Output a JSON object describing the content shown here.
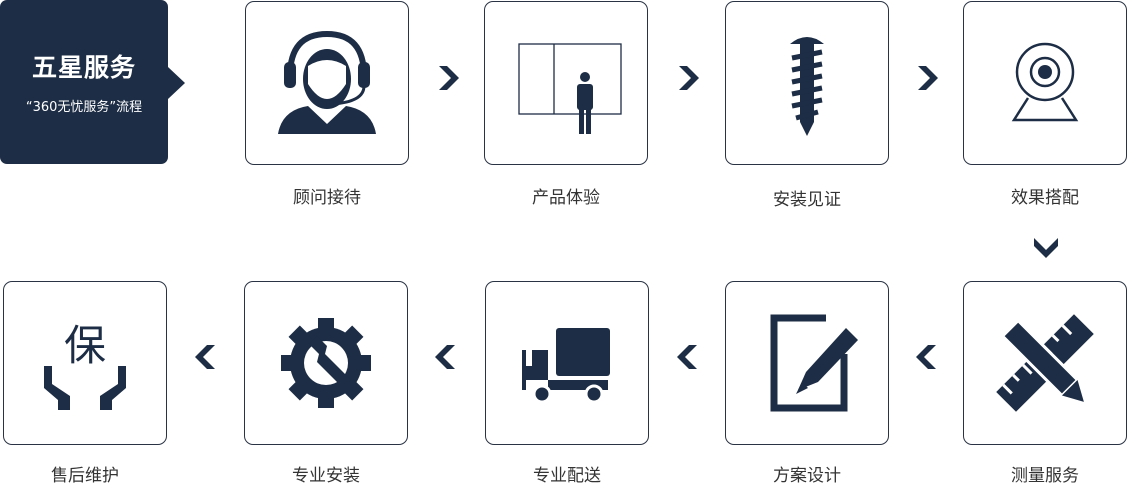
{
  "header": {
    "title": "五星服务",
    "subtitle": "“360无忧服务”流程"
  },
  "steps": [
    {
      "label": "顾问接待",
      "icon": "headset-agent-icon"
    },
    {
      "label": "产品体验",
      "icon": "person-door-icon"
    },
    {
      "label": "安装见证",
      "icon": "screw-icon"
    },
    {
      "label": "效果搭配",
      "icon": "webcam-icon"
    },
    {
      "label": "测量服务",
      "icon": "ruler-pencil-icon"
    },
    {
      "label": "方案设计",
      "icon": "edit-icon"
    },
    {
      "label": "专业配送",
      "icon": "truck-icon"
    },
    {
      "label": "专业安装",
      "icon": "gear-wrench-icon"
    },
    {
      "label": "售后维护",
      "icon": "hands-protect-icon",
      "glyph": "保"
    }
  ],
  "colors": {
    "navy": "#1d2d45"
  }
}
